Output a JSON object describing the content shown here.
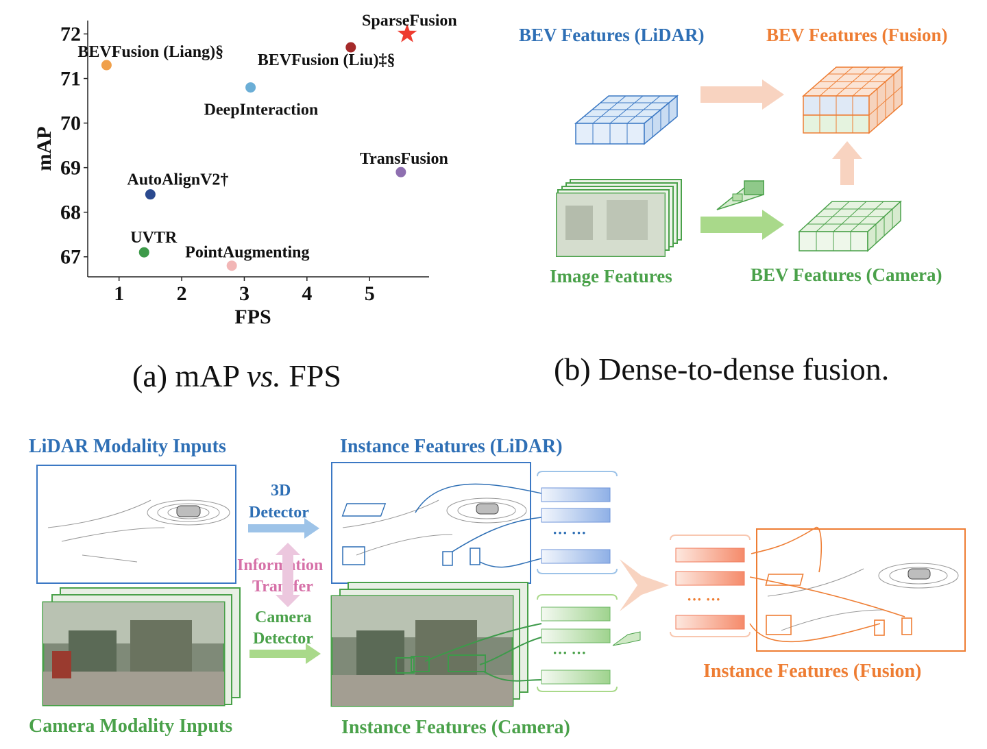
{
  "colors": {
    "lidar": "#2e6fb5",
    "camera": "#4aa14a",
    "fusion": "#ee7d33",
    "transfer": "#d671a8",
    "arrow_fusion": "#f8d3c0",
    "arrow_camera": "#a9d98a",
    "arrow_lidar": "#9dc3e8"
  },
  "chart_data": {
    "type": "scatter",
    "xlabel": "FPS",
    "ylabel": "mAP",
    "xlim": [
      0.5,
      5.95
    ],
    "ylim": [
      66.55,
      72.3
    ],
    "xticks": [
      "1",
      "2",
      "3",
      "4",
      "5"
    ],
    "yticks": [
      "67",
      "68",
      "69",
      "70",
      "71",
      "72"
    ],
    "grid": false,
    "points": [
      {
        "label": "BEVFusion (Liang)§",
        "x": 0.8,
        "y": 71.3,
        "color": "#f0a04b",
        "marker": "circle"
      },
      {
        "label": "BEVFusion (Liu)‡§",
        "x": 4.7,
        "y": 71.7,
        "color": "#a52a2a",
        "marker": "circle"
      },
      {
        "label": "SparseFusion",
        "x": 5.6,
        "y": 72.0,
        "color": "#ee3b2f",
        "marker": "star"
      },
      {
        "label": "DeepInteraction",
        "x": 3.1,
        "y": 70.8,
        "color": "#6baed6",
        "marker": "circle"
      },
      {
        "label": "TransFusion",
        "x": 5.5,
        "y": 68.9,
        "color": "#8e6fb0",
        "marker": "circle"
      },
      {
        "label": "AutoAlignV2†",
        "x": 1.5,
        "y": 68.4,
        "color": "#2b4a8f",
        "marker": "circle"
      },
      {
        "label": "UVTR",
        "x": 1.4,
        "y": 67.1,
        "color": "#3d9a4a",
        "marker": "circle"
      },
      {
        "label": "PointAugmenting",
        "x": 2.8,
        "y": 66.8,
        "color": "#f2b6b6",
        "marker": "circle"
      }
    ]
  },
  "captions": {
    "a_prefix": "(a) mAP ",
    "a_vs": "vs.",
    "a_suffix": " FPS",
    "b": "(b) Dense-to-dense fusion."
  },
  "panel_b": {
    "bev_lidar": "BEV Features (LiDAR)",
    "bev_fusion": "BEV Features (Fusion)",
    "image_features": "Image Features",
    "bev_camera": "BEV Features (Camera)"
  },
  "panel_c": {
    "lidar_inputs": "LiDAR Modality Inputs",
    "camera_inputs": "Camera Modality Inputs",
    "detector_3d_line1": "3D",
    "detector_3d_line2": "Detector",
    "info_line1": "Information",
    "info_line2": "Transfer",
    "camera_det_line1": "Camera",
    "camera_det_line2": "Detector",
    "inst_lidar": "Instance Features (LiDAR)",
    "inst_camera": "Instance Features (Camera)",
    "inst_fusion": "Instance Features (Fusion)",
    "ellipsis": "··· ···"
  }
}
